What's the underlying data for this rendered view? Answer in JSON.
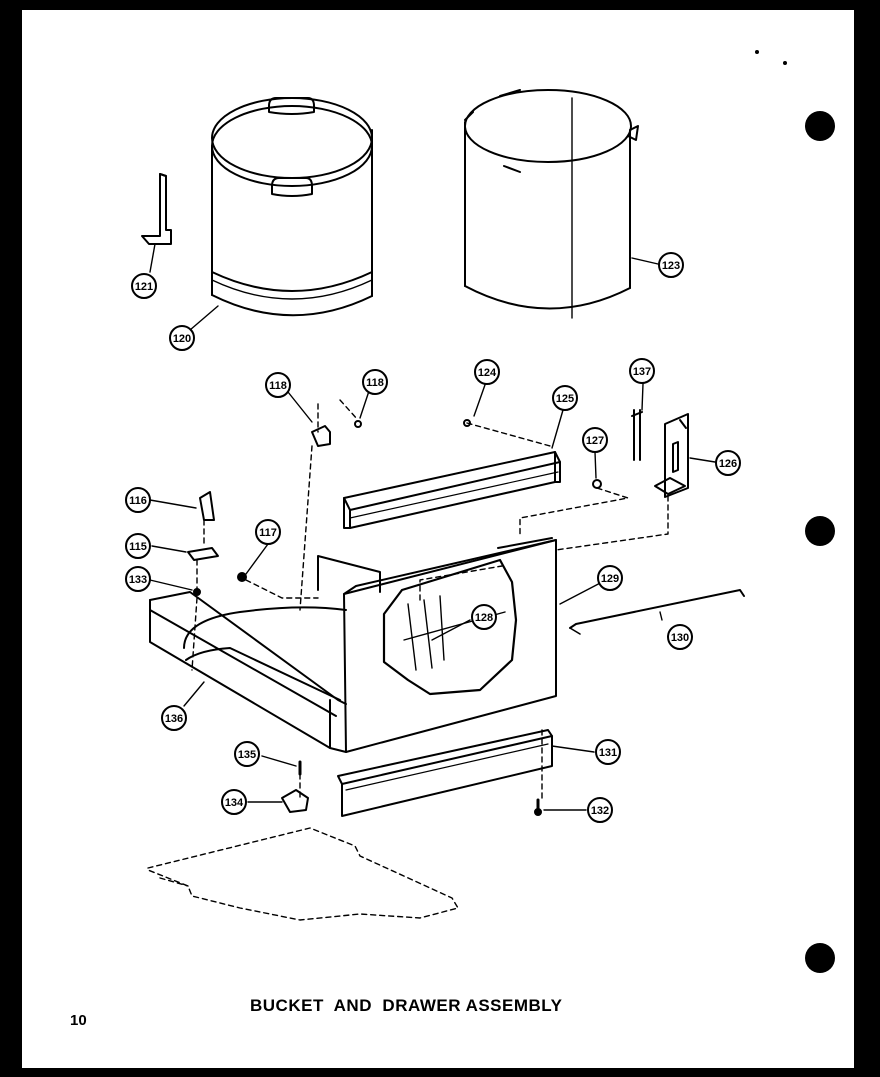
{
  "caption": "BUCKET  AND  DRAWER ASSEMBLY",
  "page_number": "10",
  "callouts": {
    "c115": "115",
    "c116": "116",
    "c117": "117",
    "c118a": "118",
    "c118b": "118",
    "c120": "120",
    "c121": "121",
    "c123": "123",
    "c124": "124",
    "c125": "125",
    "c126": "126",
    "c127": "127",
    "c128": "128",
    "c129": "129",
    "c130": "130",
    "c131": "131",
    "c132": "132",
    "c133": "133",
    "c134": "134",
    "c135": "135",
    "c136": "136",
    "c137": "137"
  }
}
